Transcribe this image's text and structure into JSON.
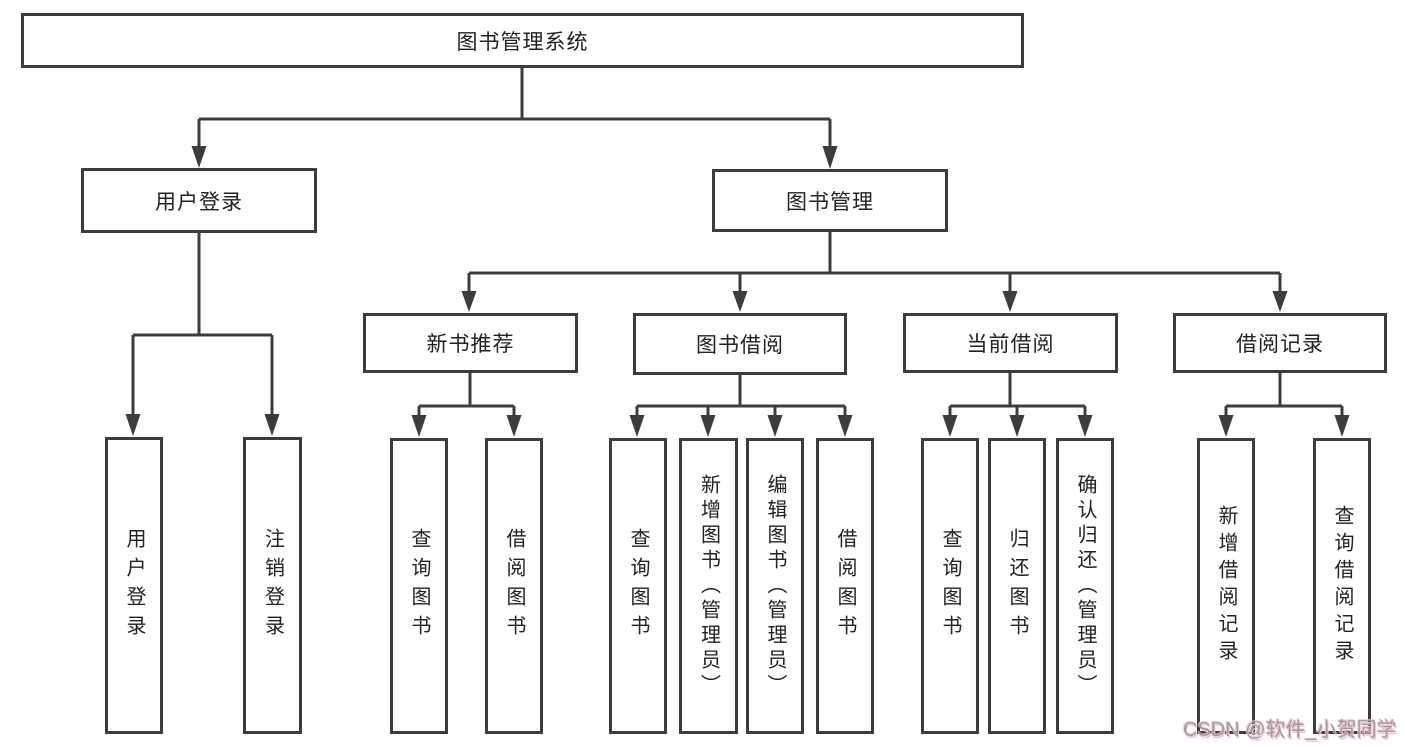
{
  "diagram": {
    "root": {
      "label": "图书管理系统"
    },
    "branches": [
      {
        "label": "用户登录"
      },
      {
        "label": "图书管理"
      }
    ],
    "modules": [
      {
        "label": "新书推荐"
      },
      {
        "label": "图书借阅"
      },
      {
        "label": "当前借阅"
      },
      {
        "label": "借阅记录"
      }
    ],
    "leaves": [
      {
        "label": "用户登录"
      },
      {
        "label": "注销登录"
      },
      {
        "label": "查询图书"
      },
      {
        "label": "借阅图书"
      },
      {
        "label": "查询图书"
      },
      {
        "label": "新增图书（管理员）"
      },
      {
        "label": "编辑图书（管理员）"
      },
      {
        "label": "借阅图书"
      },
      {
        "label": "查询图书"
      },
      {
        "label": "归还图书"
      },
      {
        "label": "确认归还（管理员）"
      },
      {
        "label": "新增借阅记录"
      },
      {
        "label": "查询借阅记录"
      }
    ]
  },
  "watermark": {
    "text": "CSDN @软件_小贺同学"
  },
  "colors": {
    "line": "#3c3c3c",
    "box_border": "#3c3c3c",
    "text": "#222222",
    "background": "#ffffff",
    "watermark_gray": "#9c9ba2",
    "watermark_pink": "#f3c0cf"
  }
}
